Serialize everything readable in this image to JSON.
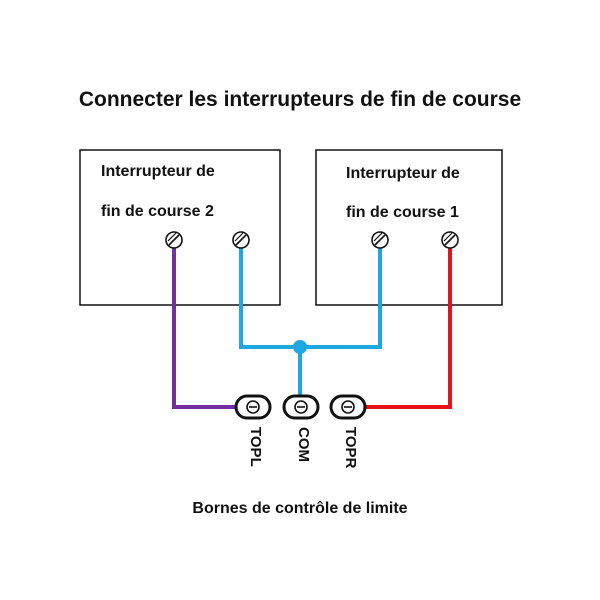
{
  "title": "Connecter les interrupteurs de fin de course",
  "switch_left": {
    "line1": "Interrupteur de",
    "line2": "fin de course 2"
  },
  "switch_right": {
    "line1": "Interrupteur de",
    "line2": "fin de course 1"
  },
  "terminals": [
    "TOPL",
    "COM",
    "TOPR"
  ],
  "caption": "Bornes de contrôle de limite",
  "colors": {
    "wire_topl": "#7030A0",
    "wire_com": "#1EA7E1",
    "wire_topr": "#E8131A",
    "outline": "#111111"
  }
}
